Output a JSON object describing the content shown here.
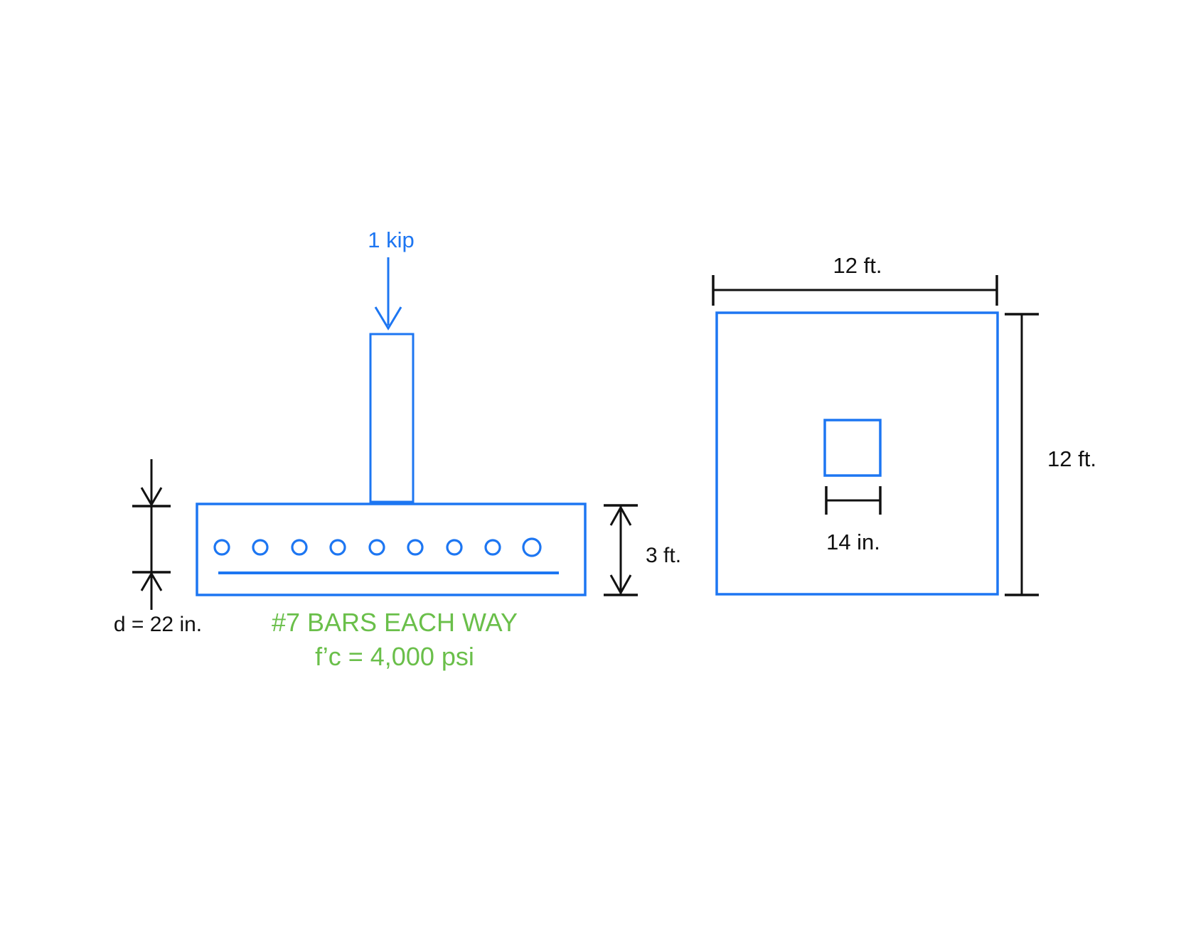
{
  "figure": {
    "elevation": {
      "load_label": "1 kip",
      "effective_depth_label": "d = 22 in.",
      "thickness_label": "3 ft.",
      "rebar_note": "#7 BARS EACH WAY",
      "concrete_note": "f’c = 4,000 psi"
    },
    "plan": {
      "width_label": "12 ft.",
      "height_label": "12 ft.",
      "column_width_label": "14 in."
    }
  },
  "colors": {
    "accent": "#1d76f2",
    "note": "#6abf4a",
    "ink": "#111111"
  }
}
